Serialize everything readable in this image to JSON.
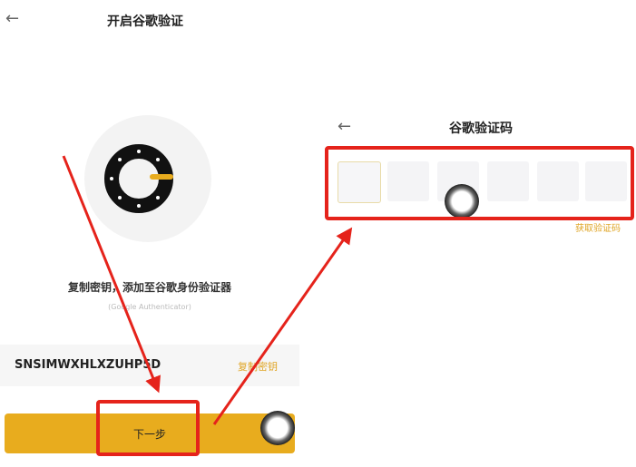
{
  "left_screen": {
    "back_icon": "arrow-left-icon",
    "title": "开启谷歌验证",
    "instruction": "复制密钥，添加至谷歌身份验证器",
    "app_name": "(Google Authenticator)",
    "secret_key": "SNSIMWXHLXZUHP5D",
    "copy_label": "复制密钥",
    "next_button": "下一步"
  },
  "right_screen": {
    "back_icon": "arrow-left-icon",
    "title": "谷歌验证码",
    "code_cells": [
      "",
      "",
      "",
      "",
      "",
      ""
    ],
    "get_code_label": "获取验证码"
  },
  "colors": {
    "accent": "#e8ac1e",
    "annotation": "#e5231b"
  }
}
